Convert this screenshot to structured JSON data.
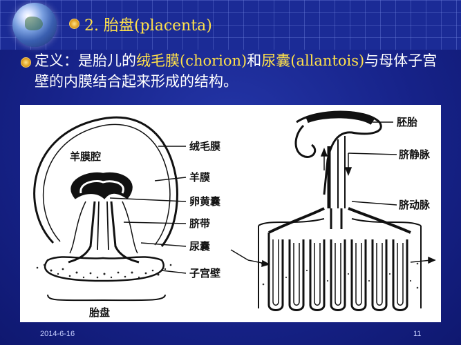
{
  "slide": {
    "title_number": "2.",
    "title_chinese": "胎盘",
    "title_english": "(placenta)",
    "definition": {
      "prefix": "定义：是胎儿的",
      "term1_cn": "绒毛膜",
      "term1_en": "(chorion)",
      "mid": "和",
      "term2_cn": "尿囊",
      "term2_en": "(allantois)",
      "suffix": "与母体子宫壁的内膜结合起来形成的结构。"
    }
  },
  "figure": {
    "left_labels": {
      "amniotic_cavity": "羊膜腔",
      "chorion": "绒毛膜",
      "amnion": "羊膜",
      "yolk_sac": "卵黄囊",
      "umbilical_cord": "脐带",
      "allantois": "尿囊",
      "uterine_wall": "子宫壁",
      "placenta": "胎盘"
    },
    "right_labels": {
      "embryo": "胚胎",
      "umbilical_vein": "脐静脉",
      "umbilical_artery": "脐动脉"
    }
  },
  "footer": {
    "date": "2014-6-16",
    "page": "11"
  }
}
